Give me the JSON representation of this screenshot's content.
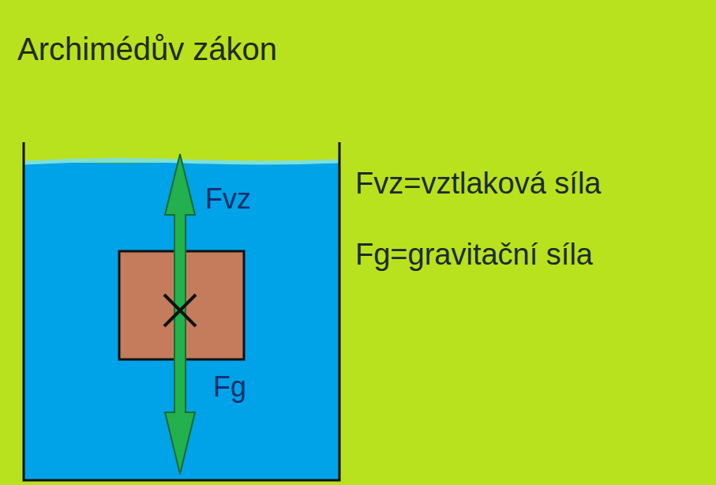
{
  "diagram": {
    "title": "Archimédův zákon",
    "labels": [
      "Fvz",
      "Fg",
      "Fvz=vztlaková síla",
      "Fg=gravitační síla"
    ]
  }
}
